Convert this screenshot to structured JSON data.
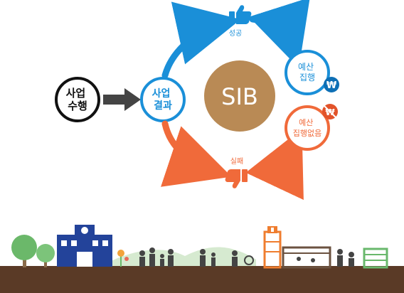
{
  "diagram": {
    "start_node": "사업\n수행",
    "result_node": "사업\n결과",
    "center": "SIB",
    "success_label": "성공",
    "failure_label": "실패",
    "budget_exec": "예산\n집행",
    "no_budget_exec": "예산\n집행없음",
    "won_symbol": "₩"
  },
  "colors": {
    "blue": "#1a8fd8",
    "blue_dark": "#0d6fb5",
    "orange": "#f06a3a",
    "orange_dark": "#e2532a",
    "center_fill": "#b98a55",
    "start_border": "#111111",
    "arrow_dark": "#444444",
    "ground": "#5a3a26",
    "tree": "#6bb86a",
    "school": "#23439a",
    "hospital": "#ef7d2f",
    "house": "#6b5240",
    "green_building": "#69b86c",
    "people": "#444444"
  }
}
